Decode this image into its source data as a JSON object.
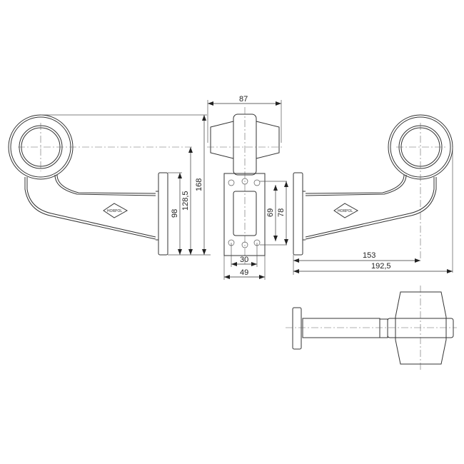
{
  "drawing": {
    "type": "technical-drawing",
    "subject": "side marker lamp on angled arm",
    "logo_text": "HORPOL",
    "dimensions": {
      "top_width": "87",
      "overall_height": "168",
      "lamp_center_height": "128,5",
      "base_height": "98",
      "hole_spacing_v1": "69",
      "hole_spacing_v2": "78",
      "hole_spacing_h": "30",
      "base_width": "49",
      "arm_to_center": "153",
      "overall_length": "192,5"
    }
  }
}
